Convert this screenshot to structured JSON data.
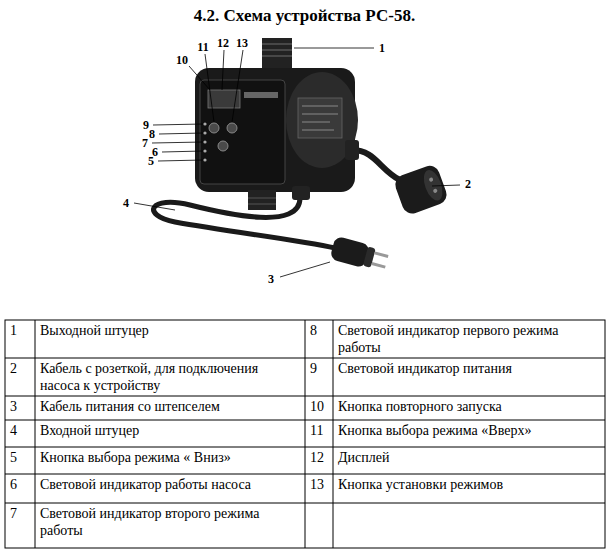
{
  "diagram": {
    "title": "4.2. Схема устройства РС-58.",
    "labels": [
      "11",
      "12",
      "13",
      "10",
      "1",
      "9",
      "8",
      "7",
      "6",
      "5",
      "2",
      "4",
      "3",
      "1",
      "Выходной штуцер",
      "8",
      "Световой индикатор первого режима работы",
      "2",
      "Кабель с розеткой, для подключения насоса к устройству",
      "9",
      "Световой индикатор питания",
      "3",
      "Кабель питания со штепселем",
      "10",
      "Кнопка повторного запуска",
      "4",
      "Входной штуцер",
      "11",
      "Кнопка выбора режима «Вверх»",
      "5",
      "Кнопка выбора режима « Вниз»",
      "12",
      "Дисплей",
      "6",
      "Световой индикатор работы насоса",
      "13",
      "Кнопка установки режимов",
      "7",
      "Световой индикатор второго режима работы"
    ]
  }
}
